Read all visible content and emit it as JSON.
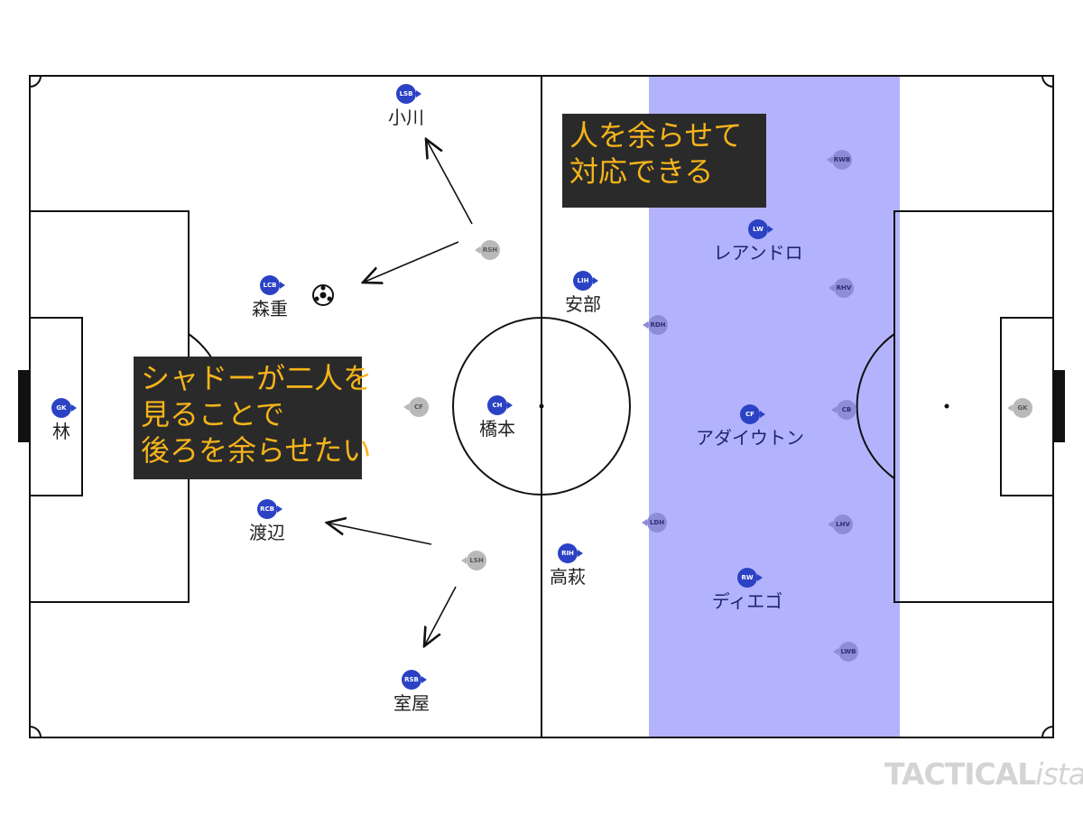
{
  "notes": {
    "top_right": "人を余らせて\n対応できる",
    "left": "シャドーが二人を\n見ることで\n後ろを余らせたい"
  },
  "home_players": [
    {
      "pos": "GK",
      "name": "林"
    },
    {
      "pos": "LSB",
      "name": "小川"
    },
    {
      "pos": "LCB",
      "name": "森重"
    },
    {
      "pos": "RCB",
      "name": "渡辺"
    },
    {
      "pos": "RSB",
      "name": "室屋"
    },
    {
      "pos": "CH",
      "name": "橋本"
    },
    {
      "pos": "LIH",
      "name": "安部"
    },
    {
      "pos": "RIH",
      "name": "高萩"
    },
    {
      "pos": "LW",
      "name": "レアンドロ"
    },
    {
      "pos": "CF",
      "name": "アダイウトン"
    },
    {
      "pos": "RW",
      "name": "ディエゴ"
    }
  ],
  "away_players": [
    {
      "pos": "RSH"
    },
    {
      "pos": "CF"
    },
    {
      "pos": "LSH"
    },
    {
      "pos": "RWB"
    },
    {
      "pos": "RHV"
    },
    {
      "pos": "RDH"
    },
    {
      "pos": "CB"
    },
    {
      "pos": "LDH"
    },
    {
      "pos": "LHV"
    },
    {
      "pos": "LWB"
    },
    {
      "pos": "GK"
    }
  ],
  "watermark": {
    "brand": "TACTICAL",
    "suffix": "ista"
  },
  "colors": {
    "home": "#2b42c4",
    "away": "#b9b9b9",
    "highlight_zone": "#b3b3fd",
    "note_bg": "#2a2a2a",
    "note_text": "#f5b41a"
  }
}
